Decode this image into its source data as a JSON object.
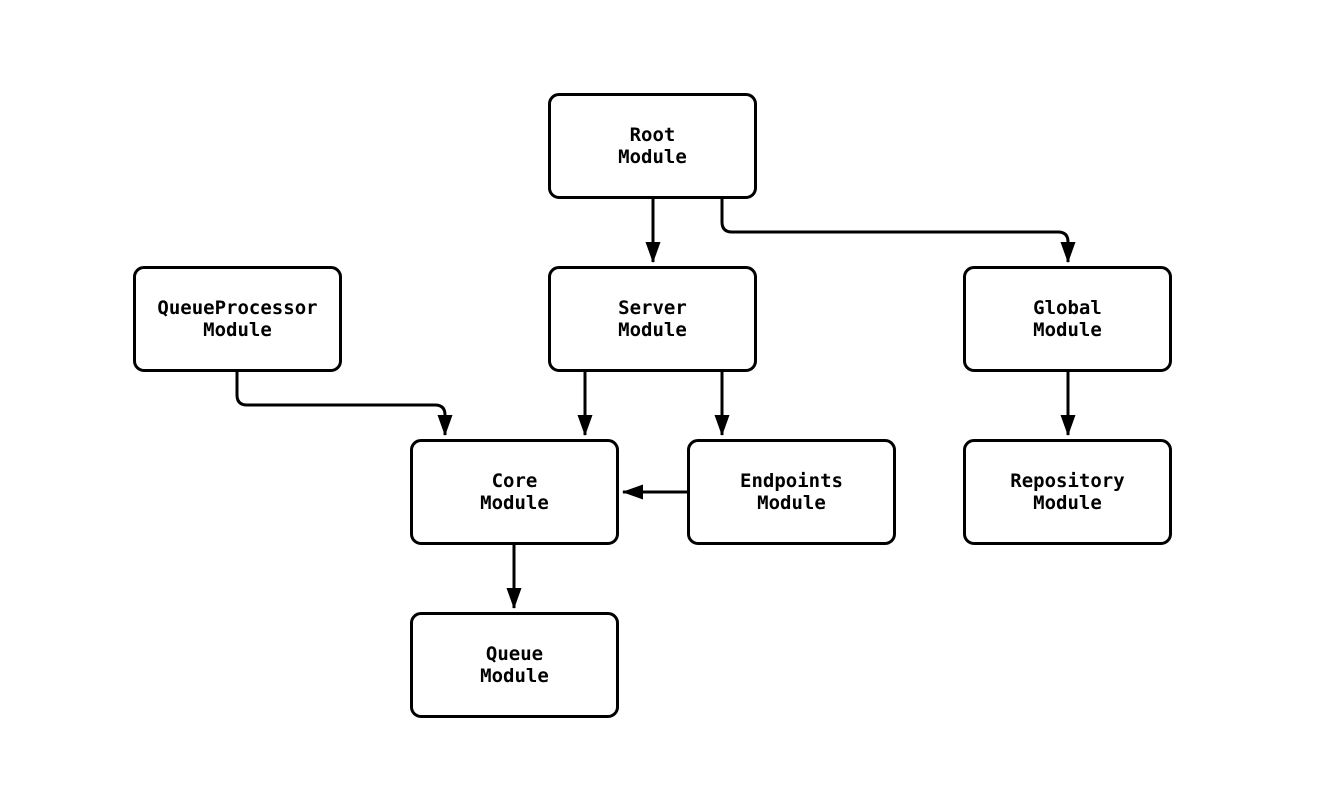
{
  "diagram": {
    "type": "flowchart",
    "nodes": {
      "root": {
        "label": "Root\nModule"
      },
      "server": {
        "label": "Server\nModule"
      },
      "global": {
        "label": "Global\nModule"
      },
      "queueprocessor": {
        "label": "QueueProcessor\nModule"
      },
      "core": {
        "label": "Core\nModule"
      },
      "endpoints": {
        "label": "Endpoints\nModule"
      },
      "repository": {
        "label": "Repository\nModule"
      },
      "queue": {
        "label": "Queue\nModule"
      }
    },
    "edges": [
      {
        "from": "Root Module",
        "to": "Server Module"
      },
      {
        "from": "Root Module",
        "to": "Global Module"
      },
      {
        "from": "QueueProcessor Module",
        "to": "Core Module"
      },
      {
        "from": "Server Module",
        "to": "Core Module"
      },
      {
        "from": "Server Module",
        "to": "Endpoints Module"
      },
      {
        "from": "Endpoints Module",
        "to": "Core Module"
      },
      {
        "from": "Global Module",
        "to": "Repository Module"
      },
      {
        "from": "Core Module",
        "to": "Queue Module"
      }
    ],
    "colors": {
      "stroke": "#000000",
      "node_fill": "#ffffff",
      "background": "#ffffff"
    }
  }
}
